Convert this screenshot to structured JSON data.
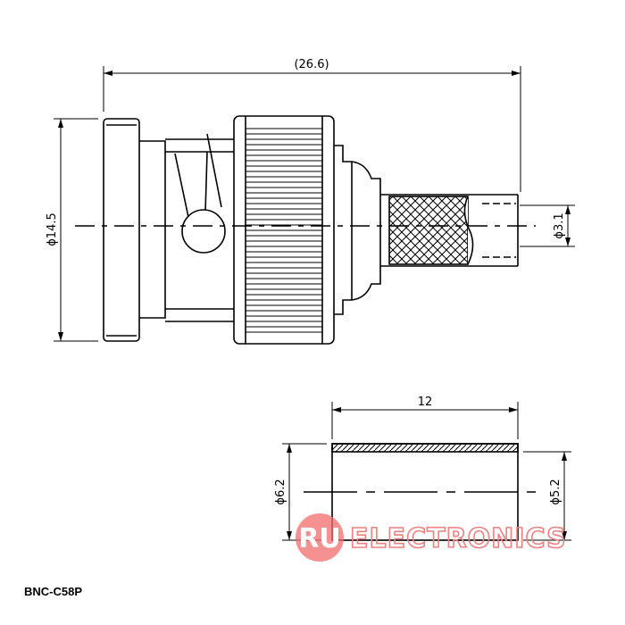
{
  "main_view": {
    "overall_length": "(26.6)",
    "body_diameter": "ϕ14.5",
    "cable_diameter": "ϕ3.1"
  },
  "ferrule_view": {
    "length": "12",
    "outer_diameter": "ϕ6.2",
    "inner_diameter": "ϕ5.2"
  },
  "watermark": {
    "logo_letters": "RU",
    "text": "ELECTRONICS",
    "color": "#f26c6c"
  },
  "caption": "BNC-C58P"
}
